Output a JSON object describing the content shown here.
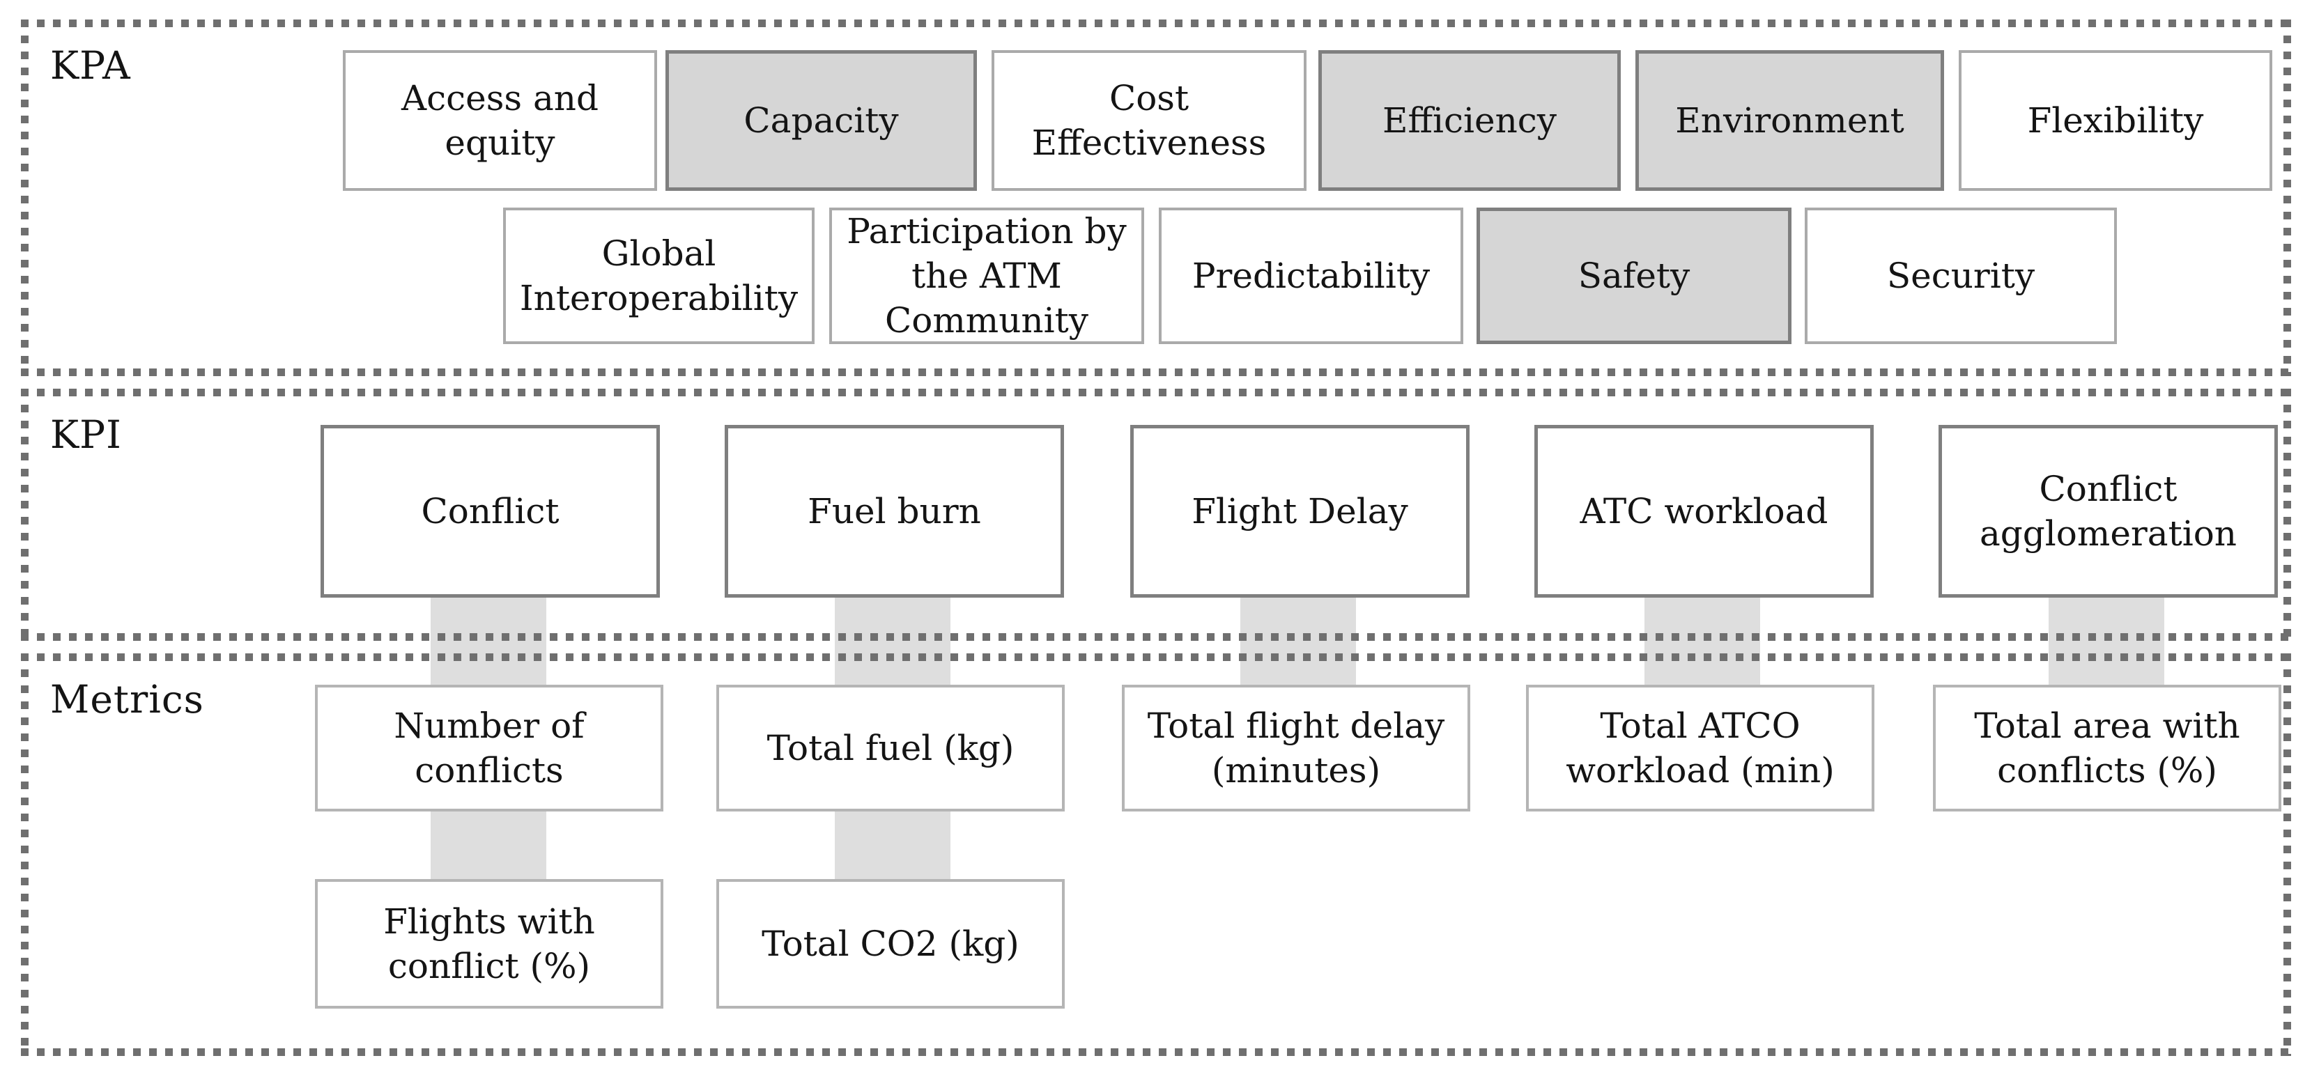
{
  "sections": {
    "kpa": {
      "label": "KPA",
      "rows": [
        [
          {
            "label": "Access and\nequity",
            "highlighted": false
          },
          {
            "label": "Capacity",
            "highlighted": true
          },
          {
            "label": "Cost\nEffectiveness",
            "highlighted": false
          },
          {
            "label": "Efficiency",
            "highlighted": true
          },
          {
            "label": "Environment",
            "highlighted": true
          },
          {
            "label": "Flexibility",
            "highlighted": false
          }
        ],
        [
          {
            "label": "Global\nInteroperability",
            "highlighted": false
          },
          {
            "label": "Participation by\nthe ATM\nCommunity",
            "highlighted": false
          },
          {
            "label": "Predictability",
            "highlighted": false
          },
          {
            "label": "Safety",
            "highlighted": true
          },
          {
            "label": "Security",
            "highlighted": false
          }
        ]
      ]
    },
    "kpi": {
      "label": "KPI",
      "boxes": [
        {
          "label": "Conflict"
        },
        {
          "label": "Fuel burn"
        },
        {
          "label": "Flight Delay"
        },
        {
          "label": "ATC workload"
        },
        {
          "label": "Conflict\nagglomeration"
        }
      ]
    },
    "metrics": {
      "label": "Metrics",
      "row1": [
        {
          "label": "Number of\nconflicts"
        },
        {
          "label": "Total fuel (kg)"
        },
        {
          "label": "Total flight delay\n(minutes)"
        },
        {
          "label": "Total ATCO\nworkload (min)"
        },
        {
          "label": "Total area with\nconflicts (%)"
        }
      ],
      "row2": [
        {
          "label": "Flights with\nconflict (%)"
        },
        {
          "label": "Total CO2 (kg)"
        }
      ]
    }
  },
  "colors": {
    "highlighted_fill": "#d6d6d6",
    "highlighted_border": "#7f7f7f",
    "plain_fill": "#ffffff",
    "plain_border": "#aaaaaa",
    "kpi_border": "#7f7f7f",
    "metric_border": "#b5b5b5",
    "connector_fill": "#dedede",
    "section_border": "#6f6f6f",
    "text": "#141414"
  }
}
